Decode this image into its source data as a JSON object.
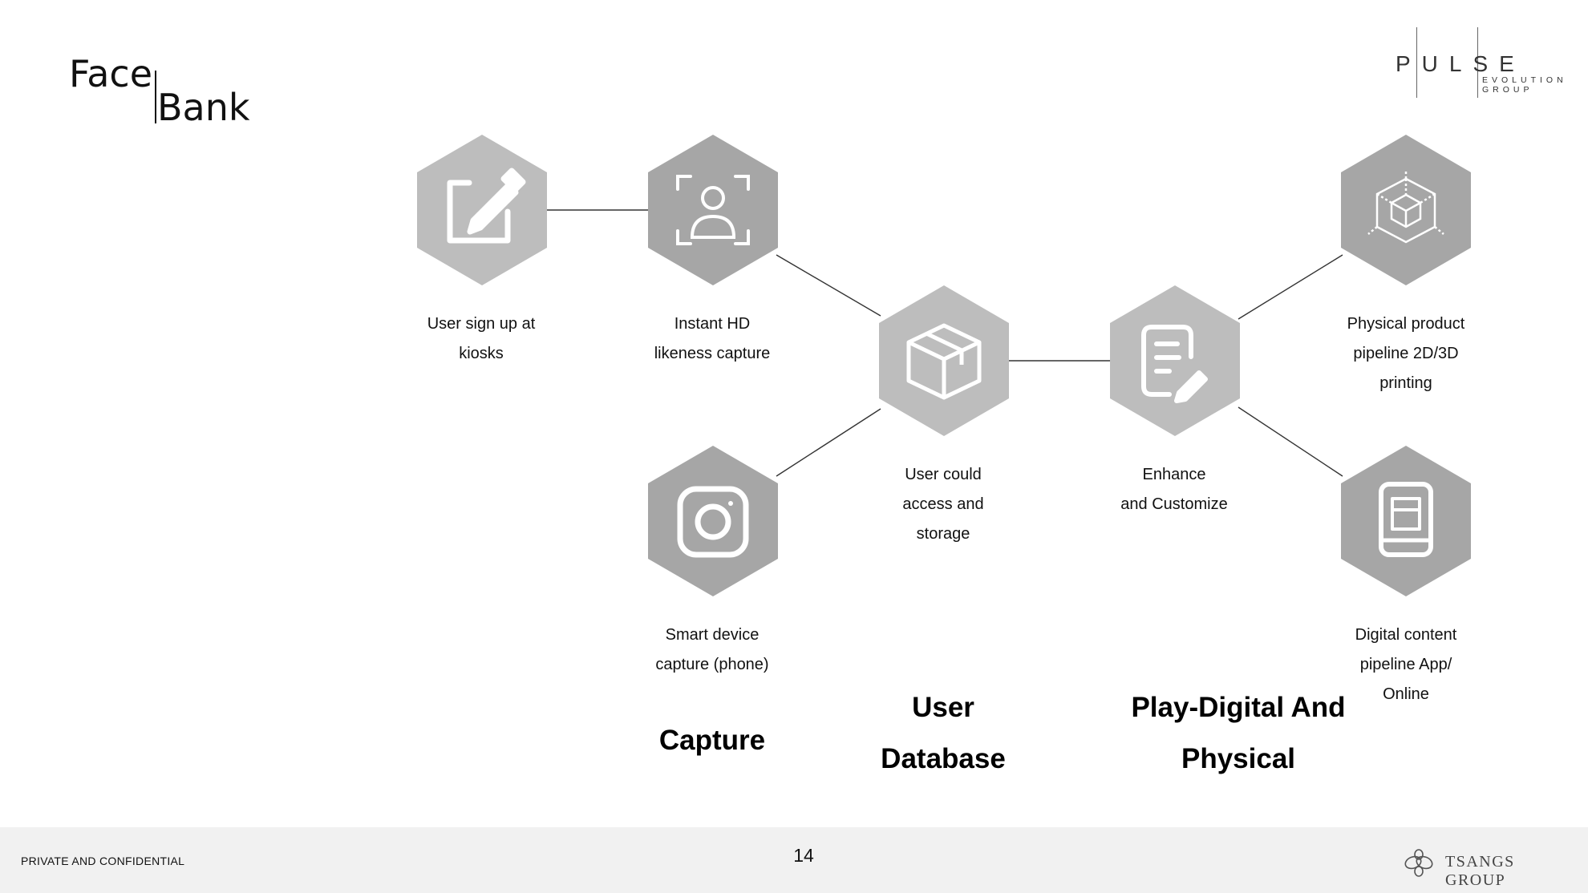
{
  "brand": {
    "word1": "Face",
    "word2": "Bank"
  },
  "pulse_logo": {
    "letters": "PULSE",
    "subline1": "EVOLUTION",
    "subline2": "GROUP"
  },
  "nodes": [
    {
      "id": "signup",
      "icon": "edit-icon",
      "fill": "#bdbdbd",
      "lines": [
        "User sign up at",
        "kiosks"
      ]
    },
    {
      "id": "capture",
      "icon": "face-scan-icon",
      "fill": "#a6a6a6",
      "lines": [
        "Instant HD",
        "likeness capture"
      ]
    },
    {
      "id": "phone",
      "icon": "instagram-icon",
      "fill": "#a6a6a6",
      "lines": [
        "Smart device",
        "capture (phone)"
      ]
    },
    {
      "id": "database",
      "icon": "package-box-icon",
      "fill": "#bdbdbd",
      "lines": [
        "User could",
        "access and",
        "storage"
      ]
    },
    {
      "id": "enhance",
      "icon": "document-edit-icon",
      "fill": "#bdbdbd",
      "lines": [
        "Enhance",
        "and Customize"
      ]
    },
    {
      "id": "physical",
      "icon": "3d-cube-icon",
      "fill": "#a6a6a6",
      "lines": [
        "Physical product",
        "pipeline 2D/3D",
        "printing"
      ]
    },
    {
      "id": "digital",
      "icon": "tablet-icon",
      "fill": "#a6a6a6",
      "lines": [
        "Digital content",
        "pipeline App/",
        "Online"
      ]
    }
  ],
  "groups": [
    {
      "id": "capture",
      "lines": [
        "Capture"
      ]
    },
    {
      "id": "database",
      "lines": [
        "User",
        "Database"
      ]
    },
    {
      "id": "play",
      "lines": [
        "Play-Digital And",
        "Physical"
      ]
    }
  ],
  "footer": {
    "confidential": "PRIVATE AND CONFIDENTIAL",
    "page_number": "14",
    "company": "TSANGS GROUP"
  },
  "colors": {
    "hex_light": "#bdbdbd",
    "hex_dark": "#a6a6a6",
    "connector": "#333333",
    "footer_bg": "#f1f1f1"
  }
}
